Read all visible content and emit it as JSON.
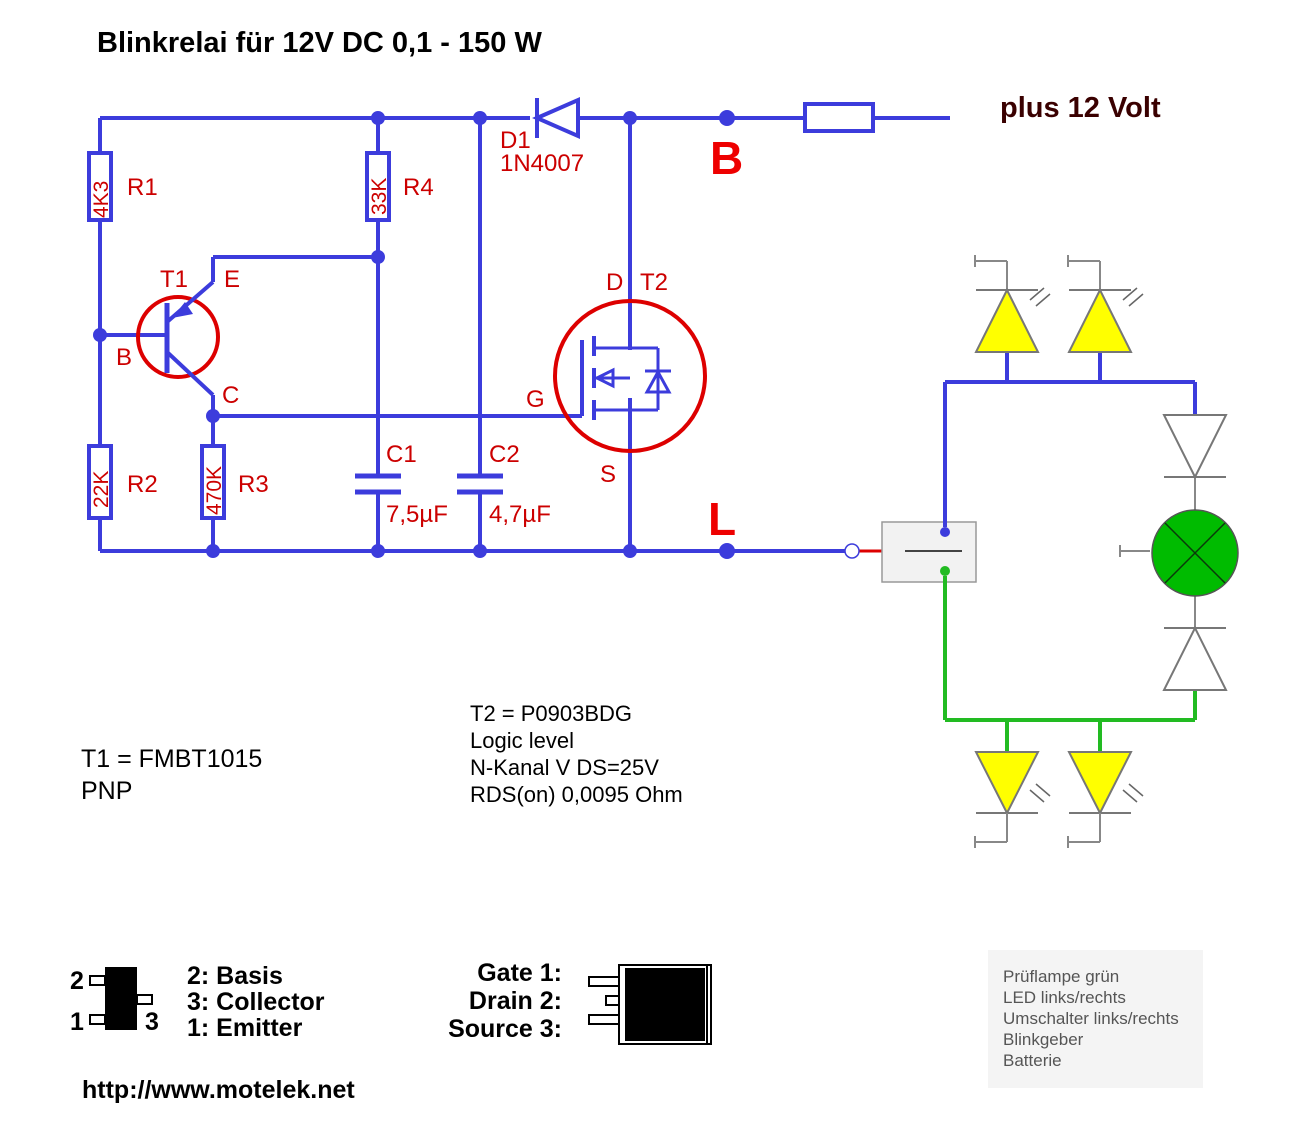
{
  "title": "Blinkrelai für 12V DC 0,1 - 150 W",
  "supply": "plus 12 Volt",
  "terminals": {
    "b": "B",
    "l": "L"
  },
  "components": {
    "r1": {
      "value": "4K3",
      "ref": "R1"
    },
    "r2": {
      "value": "22K",
      "ref": "R2"
    },
    "r3": {
      "value": "470K",
      "ref": "R3"
    },
    "r4": {
      "value": "33K",
      "ref": "R4"
    },
    "c1": {
      "ref": "C1",
      "value": "7,5µF"
    },
    "c2": {
      "ref": "C2",
      "value": "4,7µF"
    },
    "d1": {
      "ref": "D1",
      "value": "1N4007"
    },
    "t1": {
      "ref": "T1",
      "e": "E",
      "b": "B",
      "c": "C"
    },
    "t2": {
      "ref": "T2",
      "d": "D",
      "g": "G",
      "s": "S"
    }
  },
  "notes": {
    "t2": [
      "T2 = P0903BDG",
      "Logic level",
      "N-Kanal V DS=25V",
      "RDS(on) 0,0095 Ohm"
    ],
    "t1": [
      "T1 = FMBT1015",
      "PNP"
    ]
  },
  "sot23": {
    "pins": {
      "p2": "2",
      "p1": "1",
      "p3": "3"
    },
    "labels": [
      "2: Basis",
      "3: Collector",
      "1: Emitter"
    ]
  },
  "dpak": {
    "labels": [
      "Gate 1:",
      "Drain 2:",
      "Source 3:"
    ]
  },
  "url": "http://www.motelek.net",
  "legend": [
    "Prüflampe grün",
    "LED links/rechts",
    "Umschalter links/rechts",
    "Blinkgeber",
    "Batterie"
  ],
  "colors": {
    "wire": "#3c3cdc",
    "label": "#cc0000",
    "led": "#ffff00",
    "lamp": "#00bb00",
    "green_wire": "#22bb22"
  }
}
